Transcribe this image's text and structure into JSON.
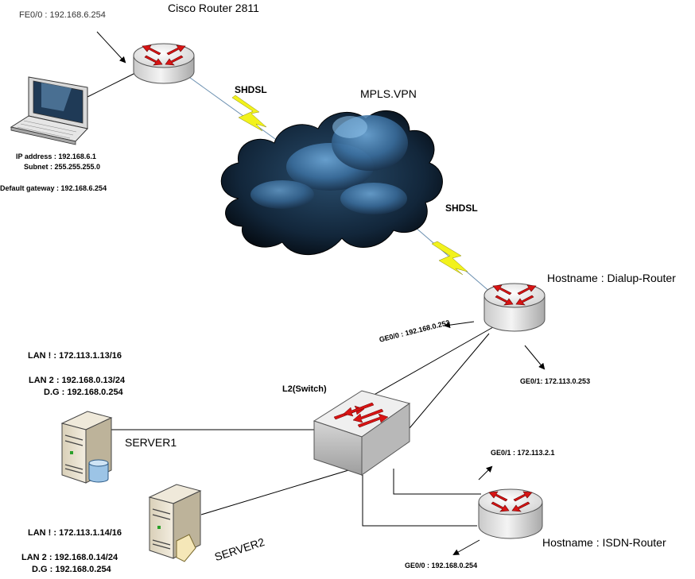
{
  "router1": {
    "title": "Cisco Router 2811",
    "fe_port": "FE0/0 : 192.168.6.254"
  },
  "laptop": {
    "ip": "IP address : 192.168.6.1",
    "subnet": "Subnet : 255.255.255.0",
    "gateway": "Default gateway : 192.168.6.254"
  },
  "links": {
    "shdsl_top": "SHDSL",
    "shdsl_bottom": "SHDSL"
  },
  "cloud": {
    "label": "MPLS.VPN"
  },
  "dialup_router": {
    "hostname": "Hostname : Dialup-Router",
    "ge00": "GE0/0 : 192.168.0.253",
    "ge01": "GE0/1: 172.113.0.253"
  },
  "switch": {
    "label": "L2(Switch)"
  },
  "server1": {
    "label": "SERVER1",
    "lan1": "LAN ! : 172.113.1.13/16",
    "lan2": "LAN 2 : 192.168.0.13/24",
    "dg": "D.G : 192.168.0.254"
  },
  "server2": {
    "label": "SERVER2",
    "lan1": "LAN ! : 172.113.1.14/16",
    "lan2": "LAN 2 : 192.168.0.14/24",
    "dg": "D.G : 192.168.0.254"
  },
  "isdn_router": {
    "hostname": "Hostname : ISDN-Router",
    "ge01": "GE0/1 : 172.113.2.1",
    "ge00": "GE0/0 : 192.168.0.254"
  },
  "colors": {
    "router_arrow": "#d81414",
    "lightning": "#f2f21c",
    "cloud_dark": "#0d1a26",
    "cloud_light": "#4d8fc4"
  }
}
